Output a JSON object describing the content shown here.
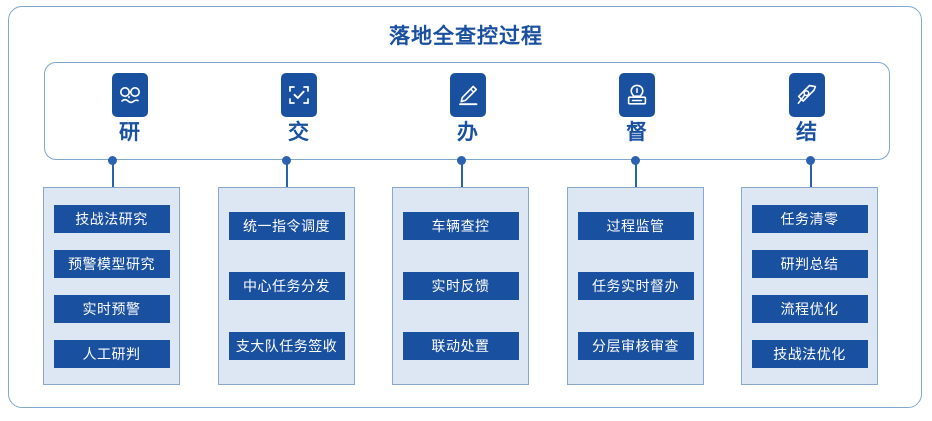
{
  "title": "落地全查控过程",
  "colors": {
    "brand_blue": "#1a50a0",
    "frame_blue": "#7fa8cf",
    "column_bg": "#dde6f3",
    "connector": "#2a62b0",
    "chip_text": "#ffffff"
  },
  "stages": [
    {
      "label": "研",
      "icon": "glasses-icon"
    },
    {
      "label": "交",
      "icon": "scan-check-icon"
    },
    {
      "label": "办",
      "icon": "pencil-edit-icon"
    },
    {
      "label": "督",
      "icon": "stamp-seal-icon"
    },
    {
      "label": "结",
      "icon": "pen-nib-icon"
    }
  ],
  "columns": [
    {
      "stage": "研",
      "items": [
        "技战法研究",
        "预警模型研究",
        "实时预警",
        "人工研判"
      ]
    },
    {
      "stage": "交",
      "items": [
        "统一指令调度",
        "中心任务分发",
        "支大队任务签收"
      ]
    },
    {
      "stage": "办",
      "items": [
        "车辆查控",
        "实时反馈",
        "联动处置"
      ]
    },
    {
      "stage": "督",
      "items": [
        "过程监管",
        "任务实时督办",
        "分层审核审查"
      ]
    },
    {
      "stage": "结",
      "items": [
        "任务清零",
        "研判总结",
        "流程优化",
        "技战法优化"
      ]
    }
  ]
}
